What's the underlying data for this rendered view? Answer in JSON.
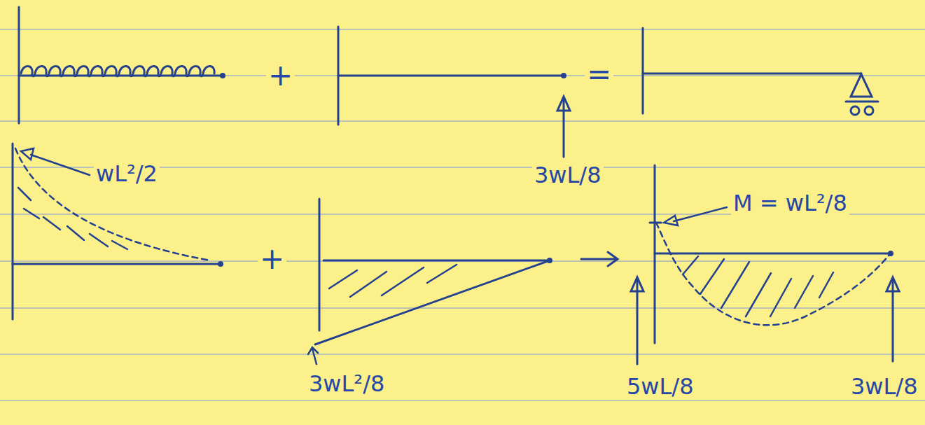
{
  "diagram": {
    "labels": [
      "+",
      "=",
      "3wL/8",
      "wL²/2",
      "M = wL²/8",
      "+",
      "3wL²/8",
      "5wL/8",
      "3wL/8"
    ]
  }
}
